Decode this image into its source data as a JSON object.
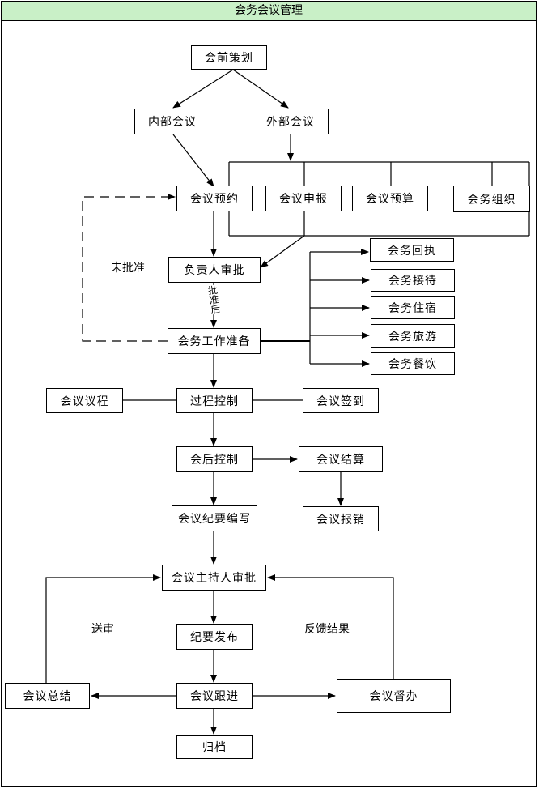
{
  "title": "会务会议管理",
  "nodes": {
    "pre_planning": "会前策划",
    "internal_meeting": "内部会议",
    "external_meeting": "外部会议",
    "meeting_booking": "会议预约",
    "meeting_report": "会议申报",
    "meeting_budget": "会议预算",
    "affairs_org": "会务组织",
    "leader_approval": "负责人审批",
    "affairs_prep": "会务工作准备",
    "receipt": "会务回执",
    "reception": "会务接待",
    "lodging": "会务住宿",
    "tourism": "会务旅游",
    "catering": "会务餐饮",
    "agenda": "会议议程",
    "process_control": "过程控制",
    "sign_in": "会议签到",
    "post_control": "会后控制",
    "settlement": "会议结算",
    "reimbursement": "会议报销",
    "minutes_writing": "会议纪要编写",
    "host_approval": "会议主持人审批",
    "minutes_release": "纪要发布",
    "summary": "会议总结",
    "follow_up": "会议跟进",
    "supervision": "会议督办",
    "archive": "归档"
  },
  "edge_labels": {
    "not_approved": "未批准",
    "approved": "批准后",
    "submit_review": "送审",
    "feedback_result": "反馈结果"
  }
}
